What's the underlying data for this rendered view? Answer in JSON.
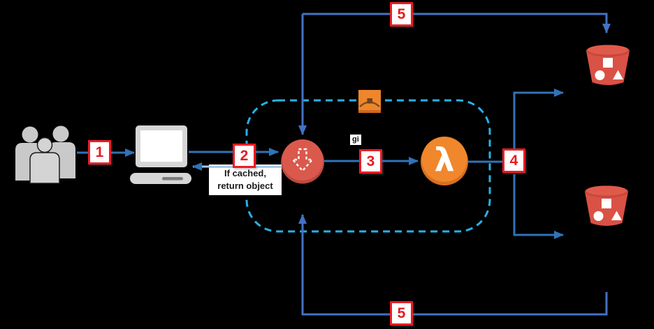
{
  "steps": {
    "s1": "1",
    "s2": "2",
    "s3": "3",
    "s4": "4",
    "s5_top": "5",
    "s5_bottom": "5"
  },
  "notes": {
    "cache_line1": "If cached,",
    "cache_line2": "return object",
    "origin_tag": "gi"
  },
  "lambda": {
    "symbol": "λ"
  },
  "icons": {
    "users": "users-group-icon",
    "client": "laptop-icon",
    "cloudfront": "cloudfront-download-distribution-icon",
    "edge_location": "edge-location-icon",
    "lambda": "lambda-icon",
    "s3_top": "s3-bucket-icon",
    "s3_bottom": "s3-bucket-icon"
  },
  "colors": {
    "background": "#000000",
    "flow_arrow": "#2E74B8",
    "loop_arrow": "#4472C4",
    "return_line": "#A9CCE9",
    "boundary_dash": "#29B1E6",
    "step_red": "#EC1C24",
    "cloudfront_red": "#DA594C",
    "lambda_orange": "#F0872C",
    "bucket_red": "#DA5145",
    "client_gray": "#D6D6D6"
  }
}
